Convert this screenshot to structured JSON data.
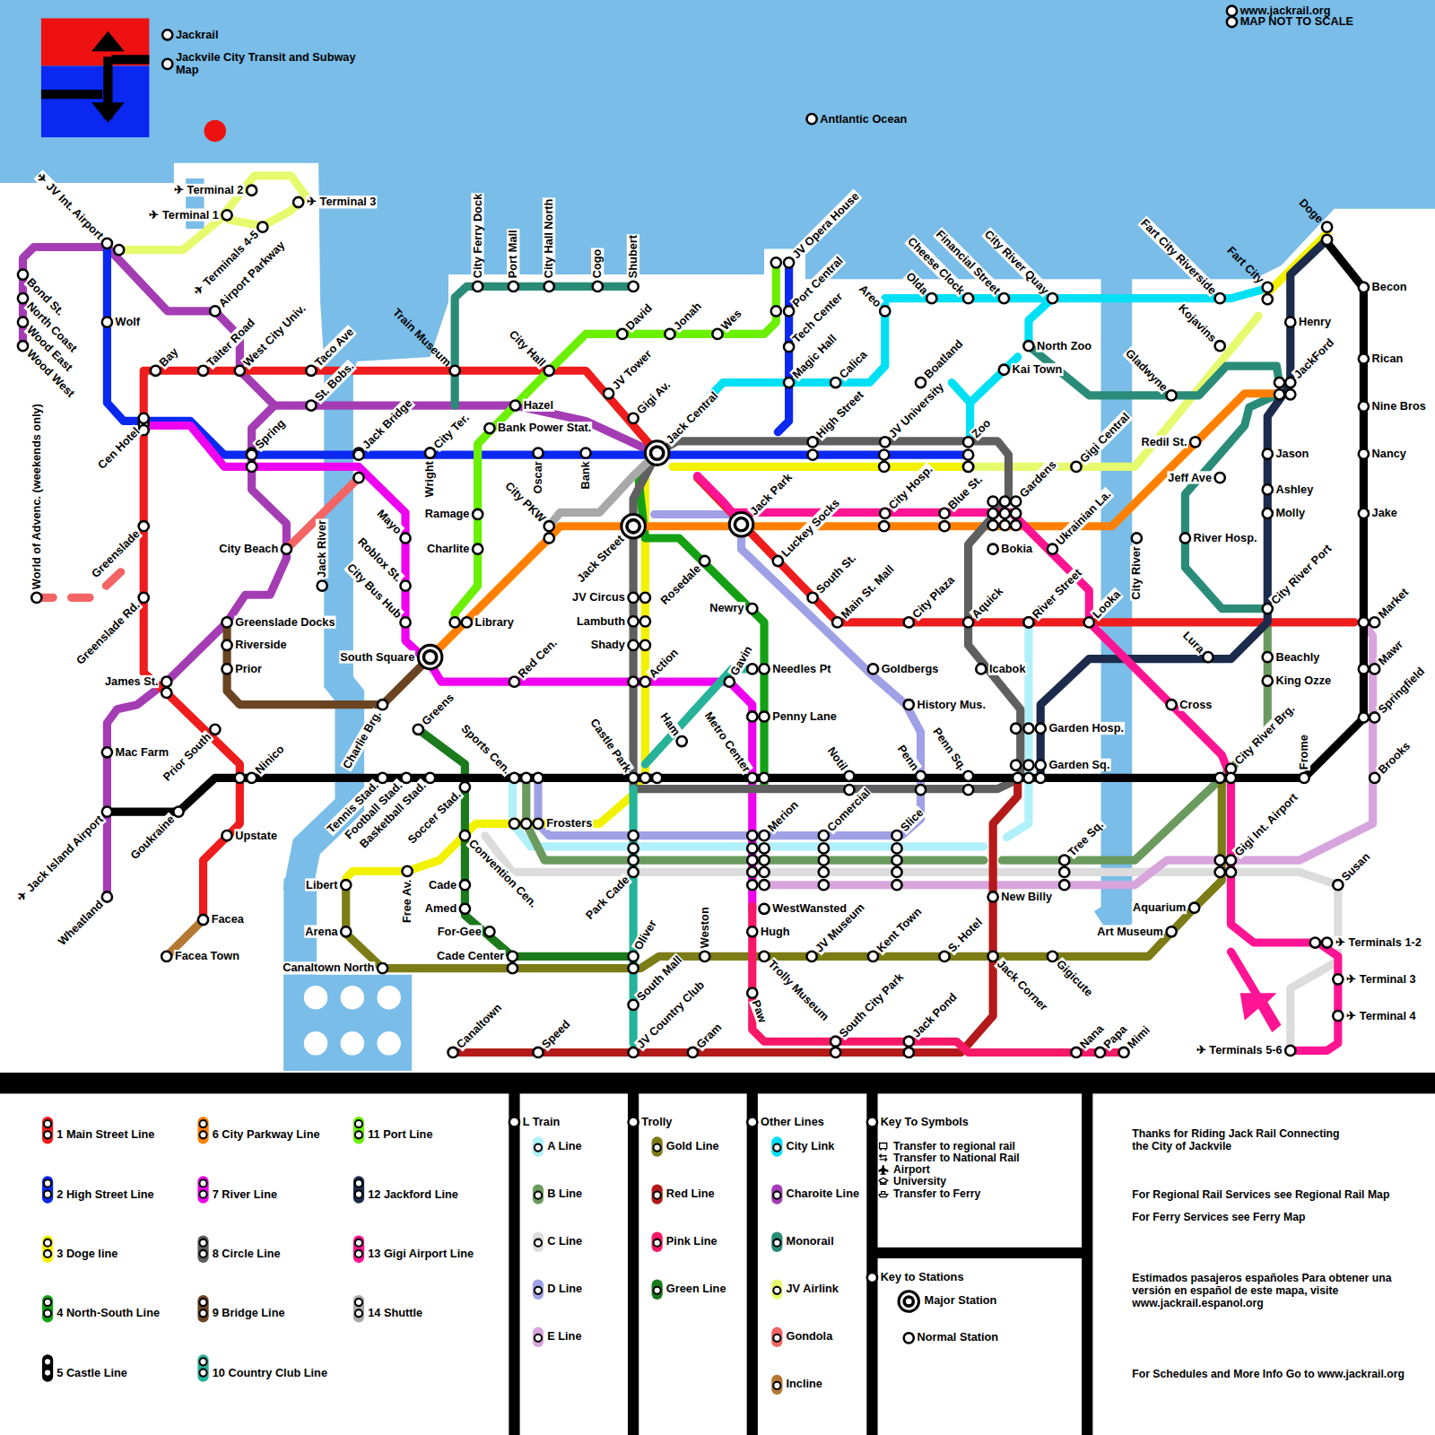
{
  "diagram": {
    "labels": [
      "Jackrail",
      "Jackvile City Transit and Subway Map",
      "www.jackrail.org",
      "MAP NOT TO SCALE",
      "Antlantic Ocean",
      "✈ JV Int. Airport",
      "✈ Terminal 2",
      "✈ Terminal 1",
      "✈ Terminal 3",
      "✈ Terminals 4-5",
      "Airport Parkway",
      "Bond St.",
      "North Coast",
      "Wood East",
      "Wood West",
      "Wolf",
      "Bay",
      "Taiter Road",
      "West City Univ.",
      "Taco Ave",
      "St. Bobs.",
      "Train Museum",
      "Cen Hotel",
      "Spring",
      "Jack Bridge",
      "City Ter.",
      "Wright",
      "Oscar",
      "Bank",
      "Hazel",
      "Bank Power Stat.",
      "City Ferry Dock",
      "Port Mall",
      "City Hall North",
      "Cogo",
      "Shubert",
      "City Hall",
      "David",
      "Jonah",
      "Wes",
      "JV Tower",
      "Gigi Av.",
      "Jack Central",
      "JV Opera House",
      "Port Central",
      "Tech Center",
      "Magic Hall",
      "Calica",
      "High Street",
      "Boatland",
      "JV University",
      "Areo",
      "Olda",
      "Cheese Clock",
      "Financial Street",
      "City River Quay",
      "Fart City Riverside",
      "Fart City",
      "Doge",
      "North Zoo",
      "Kai Town",
      "Zoo",
      "City Hosp.",
      "Blue St.",
      "Gardens",
      "Gigi Central",
      "Kojavins",
      "Gladwyne",
      "Henry",
      "JackFord",
      "Becon",
      "Rican",
      "Nine Bros",
      "Nancy",
      "Jake",
      "Redil St.",
      "Jeff Ave",
      "Jason",
      "Ashley",
      "Molly",
      "River Hosp.",
      "City River",
      "Ukrainian La.",
      "Bokia",
      "Jack Park",
      "Luckey Socks",
      "South St.",
      "Main St. Mall",
      "City Plaza",
      "Aquick",
      "River Street",
      "Looka",
      "City River Port",
      "Market",
      "Mawr",
      "Springfield",
      "Brooks",
      "Lura",
      "Beachly",
      "King Ozze",
      "Cross",
      "City River Brg.",
      "Frome",
      "Gigi Int. Airport",
      "Tree Sq.",
      "Goldbergs",
      "History Mus.",
      "Icabok",
      "Garden Hosp.",
      "Garden Sq.",
      "Penn Sq.",
      "Penn",
      "Notil",
      "Slice",
      "Comercial",
      "Merion",
      "WestWansted",
      "Needles Pt",
      "Penny Lane",
      "Newry",
      "Gavin",
      "Metro Center",
      "Castle Park",
      "Ham",
      "Action",
      "Rosedale",
      "JV Circus",
      "Lambuth",
      "Shady",
      "Jack Street",
      "City PKW",
      "Ramage",
      "Charlite",
      "Library",
      "Red Cen.",
      "Mayo",
      "Roblox St.",
      "City Bus Hub",
      "South Square",
      "Jack River",
      "City Beach",
      "Greenslade Docks",
      "Riverside",
      "Prior",
      "Charlie Brg.",
      "Greenslade",
      "Greenslade Rd.",
      "World of Advenc. (weekends only)",
      "James St.",
      "Mac Farm",
      "Prior South",
      "Ninico",
      "Upstate",
      "Facea",
      "Facea Town",
      "Goukraine",
      "✈ Jack Island Airport",
      "Wheatland",
      "Tennis Stad.",
      "Football Stad.",
      "Basketball Stad.",
      "Soccer Stad.",
      "Greens",
      "Sports Cen.",
      "Frosters",
      "Convention Cen.",
      "Libert",
      "Free Av.",
      "Arena",
      "Canaltown North",
      "Cade",
      "Amed",
      "For-Gee",
      "Cade Center",
      "Park Cade",
      "Oliver",
      "South Mall",
      "JV Country Club",
      "Weston",
      "Hugh",
      "Trolly Museum",
      "Paw",
      "JV Museum",
      "Kent Town",
      "S. Hotel",
      "New Billy",
      "Jack Corner",
      "Gigicute",
      "Art Museum",
      "Aquarium",
      "Canaltown",
      "Speed",
      "Gram",
      "South City Park",
      "Jack Pond",
      "Nana",
      "Papa",
      "Mimi",
      "Susan",
      "✈ Terminals 1-2",
      "✈ Terminal 3",
      "✈ Terminal 4",
      "✈ Terminals 5-6",
      "L Train",
      "Trolly",
      "Other Lines",
      "Key To Symbols",
      "Key to Stations",
      "Thanks for Riding Jack Rail Connecting the City of Jackvile",
      "For Regional Rail Services see Regional Rail Map",
      "For Ferry Services see Ferry Map",
      "Estimados pasajeros españoles Para obtener una versión en español de este mapa, visite www.jackrail.espanol.org",
      "For Schedules and More Info Go to www.jackrail.org"
    ],
    "legend": [
      {
        "text": "1 Main Street Line",
        "color": "#ee1c1c"
      },
      {
        "text": "2 High Street Line",
        "color": "#0a28f0"
      },
      {
        "text": "3 Doge line",
        "color": "#f2f200"
      },
      {
        "text": "4 North-South Line",
        "color": "#14a014"
      },
      {
        "text": "5 Castle Line",
        "color": "#000000"
      },
      {
        "text": "6 City Parkway Line",
        "color": "#ff8000"
      },
      {
        "text": "7 River Line",
        "color": "#f000f0"
      },
      {
        "text": "8 Circle Line",
        "color": "#5f5f5f"
      },
      {
        "text": "9 Bridge Line",
        "color": "#6b4423"
      },
      {
        "text": "10 Country Club Line",
        "color": "#26b39a"
      },
      {
        "text": "11 Port Line",
        "color": "#6af000"
      },
      {
        "text": "12 Jackford Line",
        "color": "#1c2b4c"
      },
      {
        "text": "13 Gigi Airport Line",
        "color": "#ff1493"
      },
      {
        "text": "14 Shuttle",
        "color": "#a8a8a8"
      },
      {
        "text": "A Line",
        "color": "#b0f0fa"
      },
      {
        "text": "B Line",
        "color": "#6b9a5e"
      },
      {
        "text": "C Line",
        "color": "#dcdcdc"
      },
      {
        "text": "D Line",
        "color": "#a0a0e6"
      },
      {
        "text": "E Line",
        "color": "#d8a4dc"
      },
      {
        "text": "Gold Line",
        "color": "#7c7c16"
      },
      {
        "text": "Red Line",
        "color": "#b41a1a"
      },
      {
        "text": "Pink Line",
        "color": "#f71867"
      },
      {
        "text": "Green Line",
        "color": "#1b7a1b"
      },
      {
        "text": "City Link",
        "color": "#00e0f5"
      },
      {
        "text": "Charoite Line",
        "color": "#a43cb4"
      },
      {
        "text": "Monorail",
        "color": "#2a8c78"
      },
      {
        "text": "JV Airlink",
        "color": "#e6fa6e"
      },
      {
        "text": "Gondola",
        "color": "#f36464"
      },
      {
        "text": "Incline",
        "color": "#b47832"
      },
      {
        "text": "Transfer to regional rail"
      },
      {
        "text": "Transfer to National Rail"
      },
      {
        "text": "Airport"
      },
      {
        "text": "University"
      },
      {
        "text": "Transfer to Ferry"
      },
      {
        "text": "Major Station"
      },
      {
        "text": "Normal Station"
      }
    ]
  }
}
